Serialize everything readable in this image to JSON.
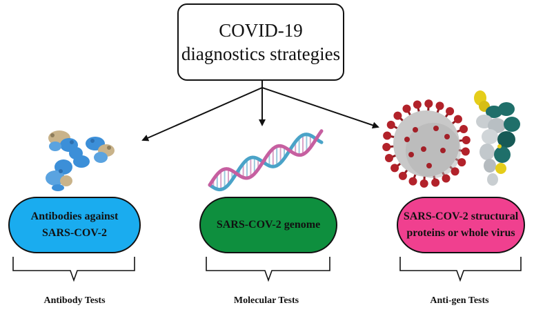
{
  "title": {
    "line1": "COVID-19",
    "line2": "diagnostics strategies"
  },
  "branches": [
    {
      "target_line1": "Antibodies against",
      "target_line2": "SARS-COV-2",
      "test": "Antibody Tests",
      "color": "#1AACEF"
    },
    {
      "target_line1": "SARS-COV-2 genome",
      "target_line2": "",
      "test": "Molecular Tests",
      "color": "#0E8F3E"
    },
    {
      "target_line1": "SARS-COV-2 structural",
      "target_line2": "proteins or whole virus",
      "test": "Anti-gen Tests",
      "color": "#F0408F"
    }
  ],
  "illustrations": {
    "antibody": "antibody-protein-icon",
    "dna": "dna-double-helix-icon",
    "virus": "coronavirus-particle-icon",
    "spike": "spike-protein-icon"
  },
  "colors": {
    "antibody_blue": "#3C8FD8",
    "antibody_tan": "#C9B38A",
    "dna_blue": "#4AA3C8",
    "dna_pink": "#C65FA0",
    "virus_gray": "#C8C8C8",
    "virus_red": "#B2222A",
    "spike_teal": "#1F6F6A",
    "spike_yellow": "#E5CD1A"
  }
}
